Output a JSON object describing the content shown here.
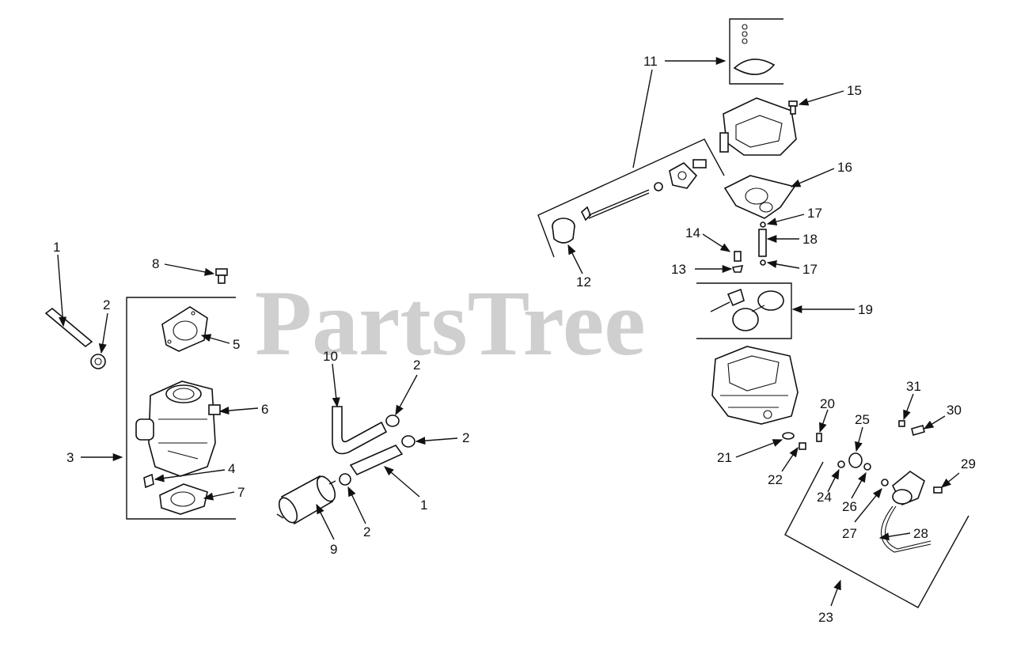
{
  "watermark": "PartsTree",
  "callouts": {
    "c1a": "1",
    "c2a": "2",
    "c3": "3",
    "c4": "4",
    "c5": "5",
    "c6": "6",
    "c7": "7",
    "c8": "8",
    "c9": "9",
    "c10": "10",
    "c2b": "2",
    "c2c": "2",
    "c2d": "2",
    "c1b": "1",
    "c11": "11",
    "c12": "12",
    "c13": "13",
    "c14": "14",
    "c15": "15",
    "c16": "16",
    "c17a": "17",
    "c17b": "17",
    "c18": "18",
    "c19": "19",
    "c20": "20",
    "c21": "21",
    "c22": "22",
    "c23": "23",
    "c24": "24",
    "c25": "25",
    "c26": "26",
    "c27": "27",
    "c28": "28",
    "c29": "29",
    "c30": "30",
    "c31": "31"
  }
}
